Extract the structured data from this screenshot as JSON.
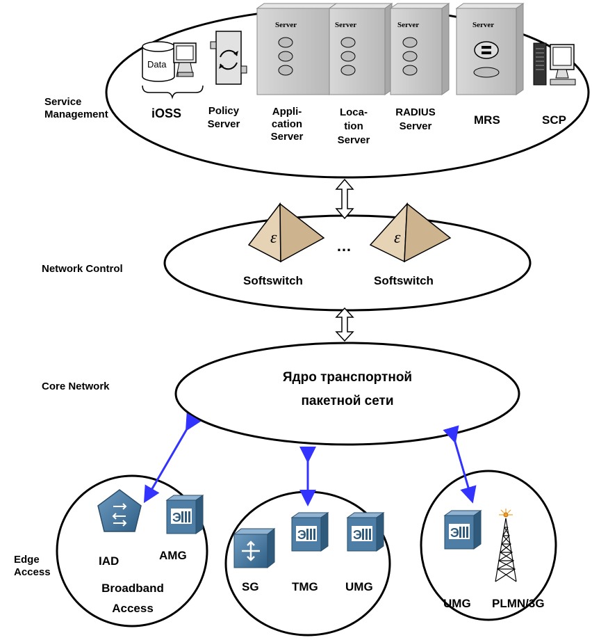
{
  "layers": {
    "service_management": "Service\nManagement",
    "network_control": "Network Control",
    "core_network": "Core Network",
    "edge_access": "Edge\nAccess"
  },
  "service": {
    "data_label": "Data",
    "server_tag": "Server",
    "ioss": "iOSS",
    "policy": "Policy\nServer",
    "application": "Appli-\ncation\nServer",
    "location": "Loca-\ntion\nServer",
    "radius": "RADIUS\nServer",
    "mrs": "MRS",
    "scp": "SCP"
  },
  "control": {
    "softswitch_1": "Softswitch",
    "softswitch_2": "Softswitch",
    "ellipsis": "…"
  },
  "core": {
    "title": "Ядро транспортной\nпакетной сети"
  },
  "edge": {
    "iad": "IAD",
    "amg": "AMG",
    "broadband": "Broadband\nAccess",
    "sg": "SG",
    "tmg": "TMG",
    "umg_1": "UMG",
    "umg_2": "UMG",
    "plmn": "PLMN/3G"
  },
  "colors": {
    "link_arrow": "#3333ff",
    "server_face": "#c8c8c8",
    "device_blue": "#3f6f96",
    "pyramid": "#e6d3b5"
  }
}
